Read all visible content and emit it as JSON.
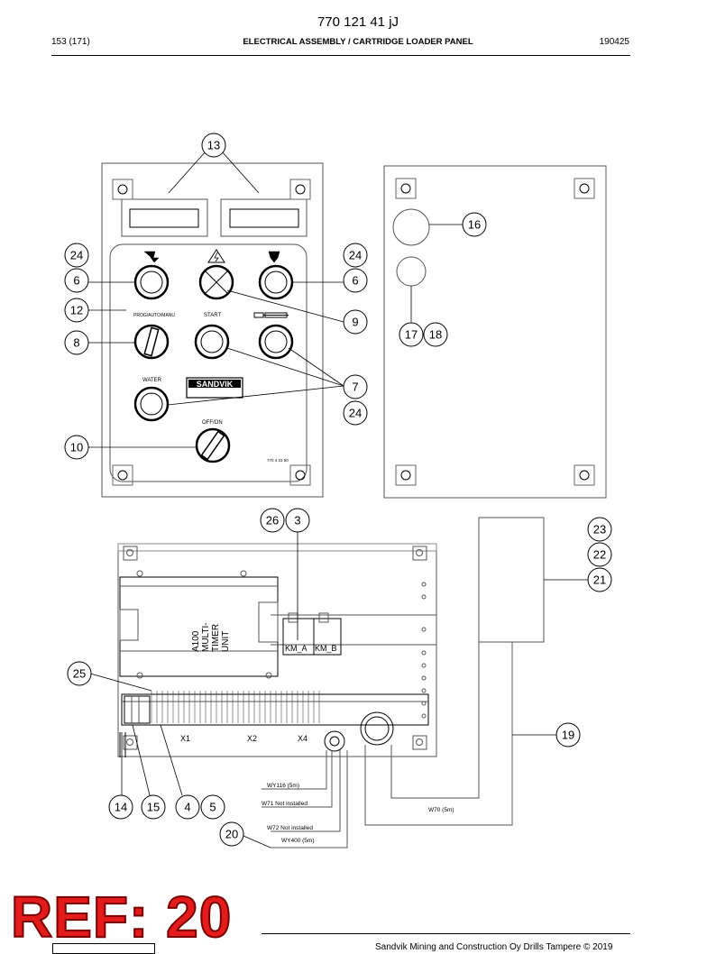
{
  "header": {
    "doc_number": "770 121 41 jJ",
    "page": "153 (171)",
    "title": "ELECTRICAL ASSEMBLY / CARTRIDGE LOADER PANEL",
    "date": "190425"
  },
  "panel": {
    "label_prog": "PROG/AUTO/MANU",
    "label_start": "START",
    "label_water": "WATER",
    "label_offon": "OFF/ON",
    "brand": "SANDVIK",
    "part_no": "770 4 31 50"
  },
  "unit": {
    "timer_label": [
      "A100",
      "MULTI-",
      "TIMER",
      "UNIT"
    ],
    "km_a": "KM_A",
    "km_b": "KM_B",
    "x1": "X1",
    "x2": "X2",
    "x4": "X4"
  },
  "cables": {
    "wy116": "WY116 (5m)",
    "w71": "W71 Not installed",
    "w72": "W72 Not installed",
    "wy400": "WY400 (5m)",
    "w70": "W70 (5m)"
  },
  "callouts": {
    "c13": "13",
    "c24a": "24",
    "c6a": "6",
    "c12": "12",
    "c8": "8",
    "c10": "10",
    "c24b": "24",
    "c6b": "6",
    "c9": "9",
    "c7": "7",
    "c24c": "24",
    "c16": "16",
    "c17": "17",
    "c18": "18",
    "c26": "26",
    "c3": "3",
    "c23": "23",
    "c22": "22",
    "c21": "21",
    "c25": "25",
    "c19": "19",
    "c14": "14",
    "c15": "15",
    "c4": "4",
    "c5": "5",
    "c20": "20"
  },
  "stamp": "REF: 20",
  "footer": {
    "copyright": "Sandvik Mining and Construction Oy Drills Tampere © 2019"
  }
}
